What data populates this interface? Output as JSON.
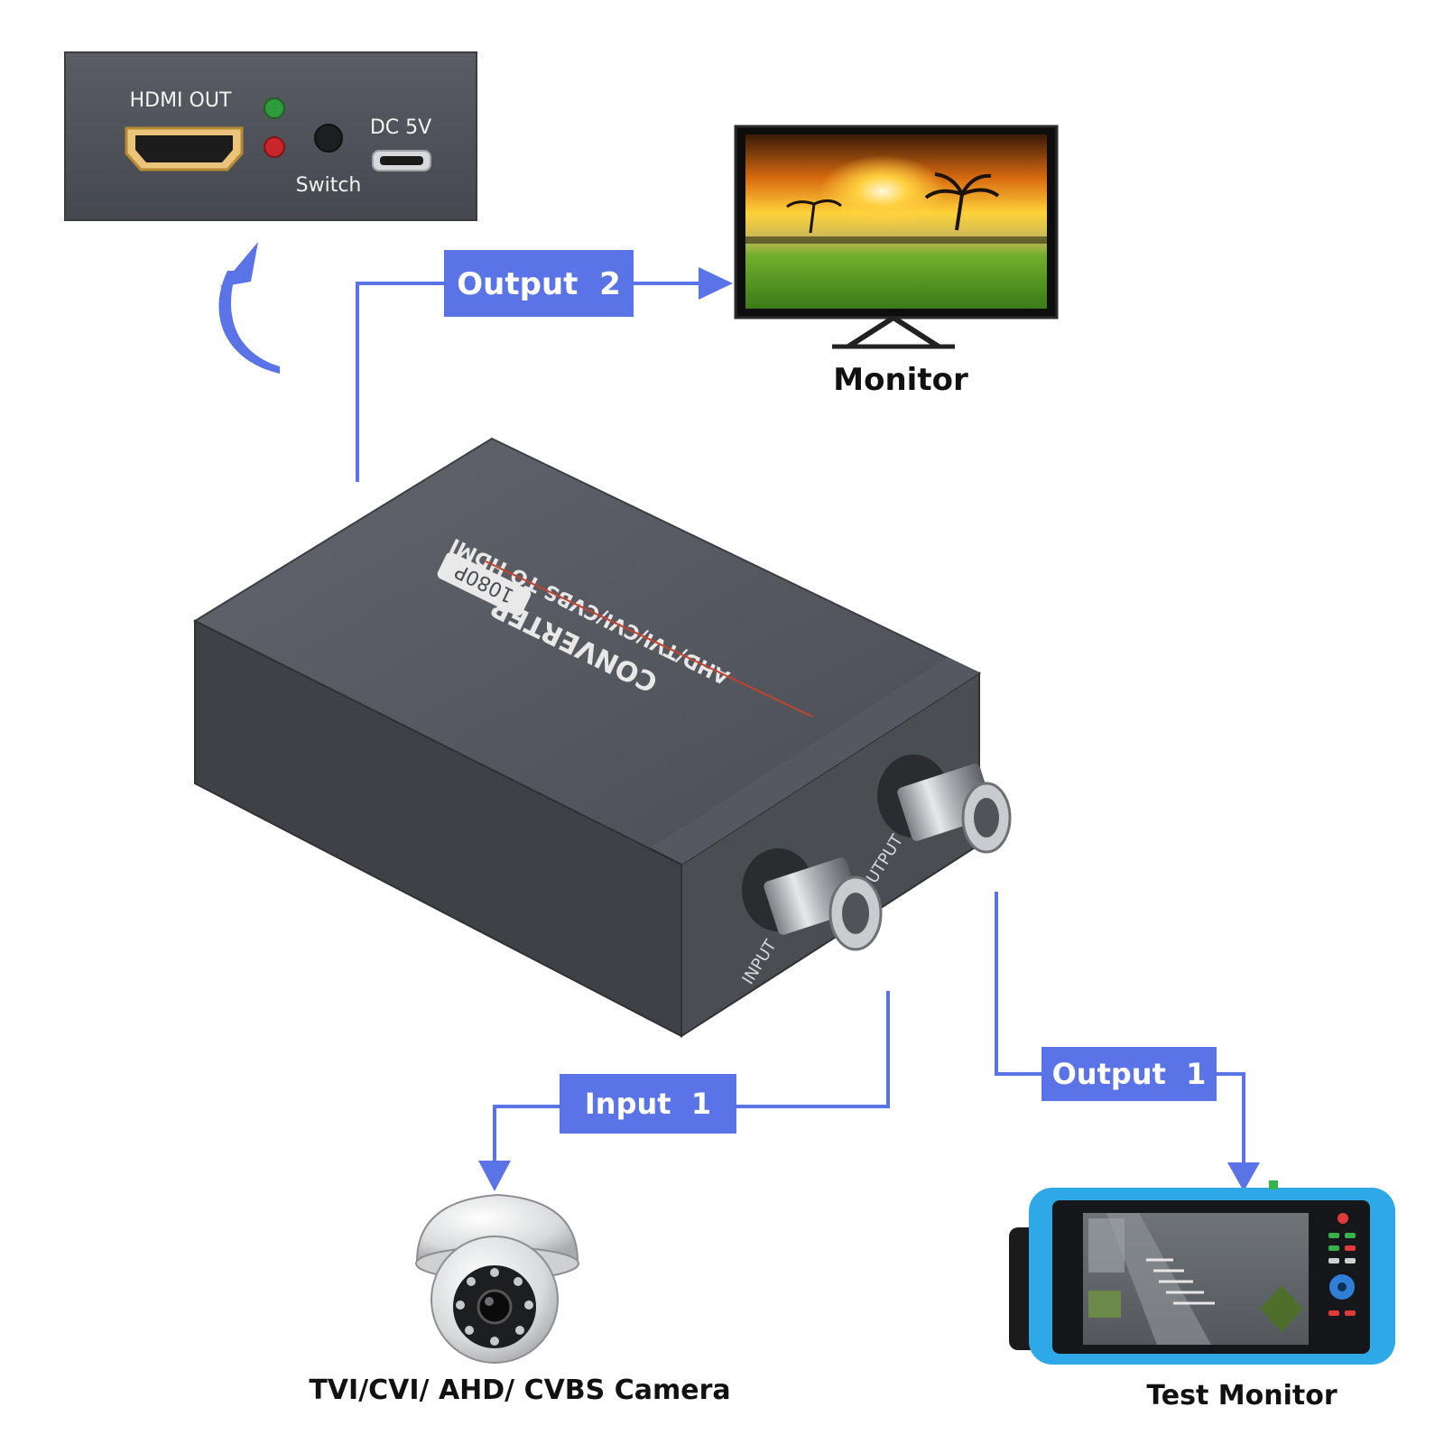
{
  "panel": {
    "hdmi_out": "HDMI OUT",
    "dc5v": "DC 5V",
    "switch": "Switch"
  },
  "converter": {
    "line1": "CONVERTER",
    "line2": "AHD/TVI/CVI/CVBS TO HDMI",
    "badge": "1080P",
    "input_port": "INPUT",
    "output_port": "OUTPUT"
  },
  "labels": {
    "output2": "Output  2",
    "output1": "Output  1",
    "input1": "Input  1"
  },
  "captions": {
    "monitor": "Monitor",
    "camera": "TVI/CVI/ AHD/ CVBS Camera",
    "test_monitor": "Test Monitor"
  },
  "colors": {
    "accent_blue": "#5a73e6",
    "device_gray": "#4d5057",
    "tester_blue": "#2fa8e8"
  }
}
